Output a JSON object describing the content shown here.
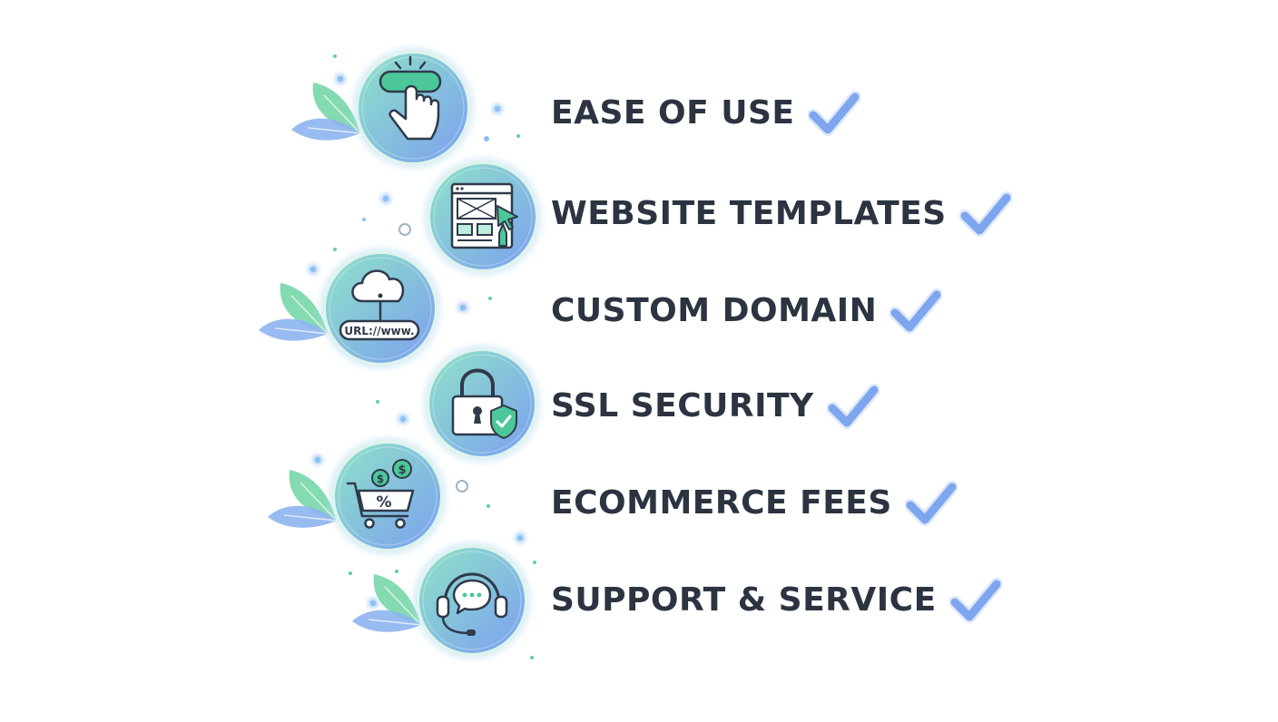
{
  "features": [
    {
      "label": "EASE OF USE",
      "icon": "hand-pointer-button-icon",
      "checked": true
    },
    {
      "label": "WEBSITE TEMPLATES",
      "icon": "website-template-icon",
      "checked": true
    },
    {
      "label": "CUSTOM DOMAIN",
      "icon": "cloud-url-icon",
      "checked": true,
      "icon_text": "URL://www."
    },
    {
      "label": "SSL SECURITY",
      "icon": "padlock-shield-icon",
      "checked": true
    },
    {
      "label": "ECOMMERCE FEES",
      "icon": "cart-dollar-icon",
      "checked": true,
      "icon_text": "%"
    },
    {
      "label": "SUPPORT & SERVICE",
      "icon": "headset-chat-icon",
      "checked": true
    }
  ],
  "colors": {
    "text": "#2b3440",
    "check": "#7ea6ee",
    "circle_light": "#8fe3c8",
    "circle_dark": "#7b9ff0",
    "line": "#2f3a4a",
    "leaf_green": "#6fd3a3",
    "leaf_blue": "#8db4f0",
    "accent_green": "#4cc79a"
  }
}
